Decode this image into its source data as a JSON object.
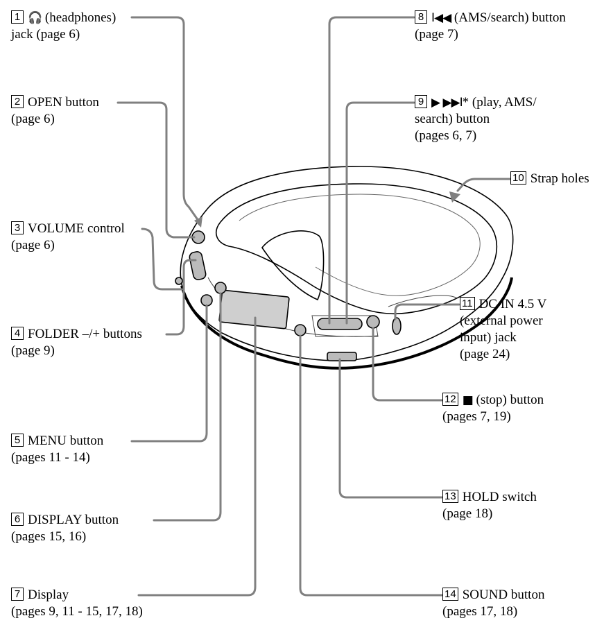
{
  "callouts": [
    {
      "number": "1",
      "symbol": "🎧",
      "line1": "(headphones)",
      "line2": "jack (page 6)"
    },
    {
      "number": "2",
      "line1": "OPEN button",
      "line2": "(page 6)"
    },
    {
      "number": "3",
      "line1": "VOLUME control",
      "line2": "(page 6)"
    },
    {
      "number": "4",
      "line1": "FOLDER –/+ buttons",
      "line2": "(page 9)"
    },
    {
      "number": "5",
      "line1": "MENU button",
      "line2": "(pages 11 - 14)"
    },
    {
      "number": "6",
      "line1": "DISPLAY button",
      "line2": "(pages 15, 16)"
    },
    {
      "number": "7",
      "line1": "Display",
      "line2": "(pages 9, 11 - 15, 17, 18)"
    },
    {
      "number": "8",
      "symbol": "I◀◀",
      "line1": "(AMS/search) button",
      "line2": "(page 7)"
    },
    {
      "number": "9",
      "symbol": "▶ ▶▶I",
      "line1": "* (play, AMS/",
      "line2": "search) button",
      "line3": "(pages 6, 7)"
    },
    {
      "number": "10",
      "line1": "Strap holes"
    },
    {
      "number": "11",
      "line1": "DC IN 4.5 V",
      "line2": "(external power",
      "line3": "input) jack",
      "line4": "(page 24)"
    },
    {
      "number": "12",
      "symbol": "■",
      "line1": "(stop) button",
      "line2": "(pages 7, 19)"
    },
    {
      "number": "13",
      "line1": "HOLD switch",
      "line2": "(page 18)"
    },
    {
      "number": "14",
      "line1": "SOUND button",
      "line2": "(pages 17, 18)"
    }
  ],
  "colors": {
    "leader": "#808080",
    "device_outline": "#000000",
    "display_fill": "#cfcfcf"
  }
}
